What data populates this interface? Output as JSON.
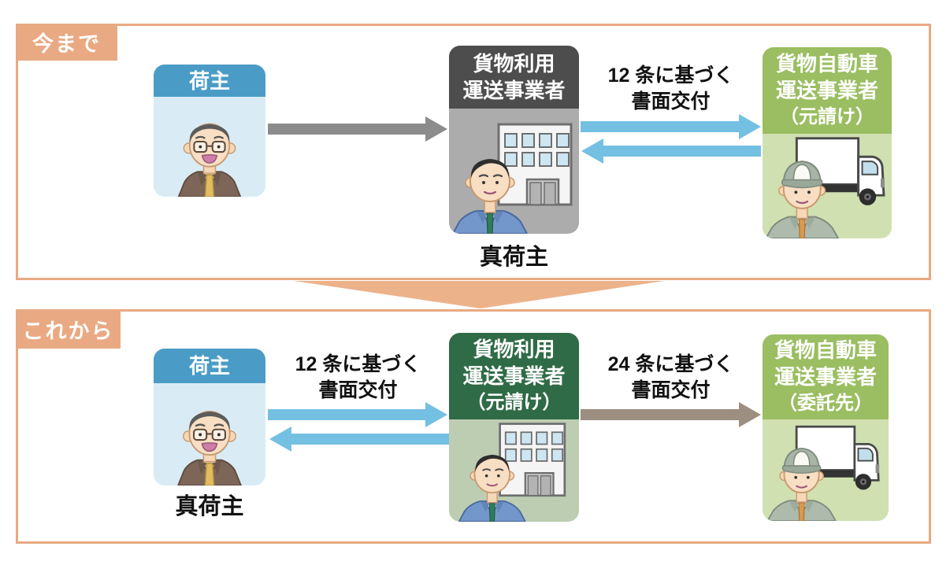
{
  "panels": {
    "before": {
      "tab_label": "今まで",
      "shipper": {
        "title": "荷主"
      },
      "forwarder": {
        "title_lines": [
          "貨物利用",
          "運送事業者"
        ],
        "caption": "真荷主"
      },
      "carrier": {
        "title_lines": [
          "貨物自動車",
          "運送事業者",
          "（元請け）"
        ]
      },
      "doc_label": {
        "line1": "12 条に基づく",
        "line2": "書面交付"
      }
    },
    "after": {
      "tab_label": "これから",
      "shipper": {
        "title": "荷主",
        "caption": "真荷主"
      },
      "forwarder": {
        "title_lines": [
          "貨物利用",
          "運送事業者",
          "（元請け）"
        ]
      },
      "carrier": {
        "title_lines": [
          "貨物自動車",
          "運送事業者",
          "（委託先）"
        ]
      },
      "doc_label_left": {
        "line1": "12 条に基づく",
        "line2": "書面交付"
      },
      "doc_label_right": {
        "line1": "24 条に基づく",
        "line2": "書面交付"
      }
    }
  },
  "icons": [
    "shipper-man-icon",
    "office-building-icon",
    "office-worker-icon",
    "truck-icon",
    "truck-driver-icon",
    "down-chevron-icon"
  ],
  "colors": {
    "accent_orange": "#E9A982",
    "chevron_orange": "#ECB28A",
    "shipper_header_blue": "#4A9CC7",
    "shipper_body_blue": "#D9ECF5",
    "forwarder_header_gray": "#4D4D4D",
    "forwarder_body_gray": "#ACACAC",
    "forwarder_header_green_dark": "#2F6B46",
    "forwarder_body_sage": "#BCCDB2",
    "carrier_header_green": "#9ABE61",
    "carrier_body_green": "#D1E0B1",
    "doc_arrow_blue": "#74C0E3",
    "consign_arrow_gray": "#8C8C8C",
    "consign_arrow_brown": "#9C8E80"
  }
}
